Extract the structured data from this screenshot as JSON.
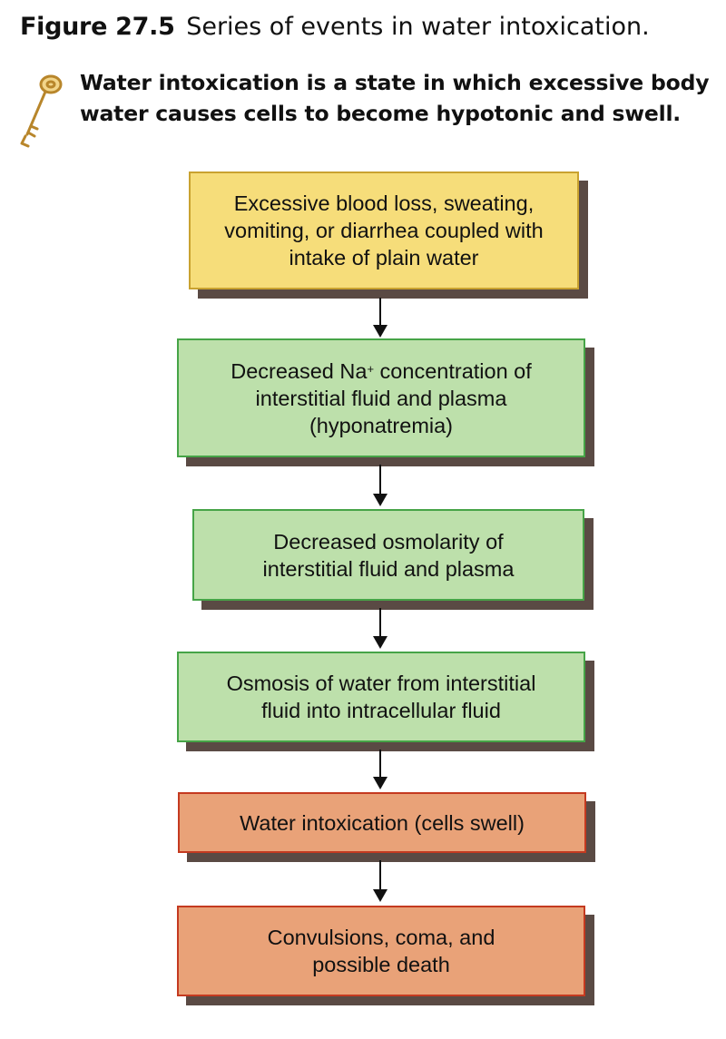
{
  "figure": {
    "number": "Figure 27.5",
    "caption": "Series of events in water intoxication."
  },
  "key_note": {
    "icon": "key-icon",
    "text": "Water intoxication is a state in which excessive body water causes cells to become hypotonic and swell."
  },
  "flowchart": {
    "steps": [
      {
        "text": "Excessive blood loss, sweating,\nvomiting, or diarrhea coupled with\nintake of plain water",
        "color": "#f6dd7a"
      },
      {
        "text_before": "Decreased Na",
        "superscript": "+",
        "text_after": " concentration of\ninterstitial fluid and plasma\n(hyponatremia)",
        "color": "#bde0ab"
      },
      {
        "text": "Decreased osmolarity of\ninterstitial fluid and plasma",
        "color": "#bde0ab"
      },
      {
        "text": "Osmosis of water from interstitial\nfluid into intracellular fluid",
        "color": "#bde0ab"
      },
      {
        "text": "Water intoxication (cells swell)",
        "color": "#e9a278"
      },
      {
        "text": "Convulsions, coma, and\npossible death",
        "color": "#e9a278"
      }
    ]
  }
}
